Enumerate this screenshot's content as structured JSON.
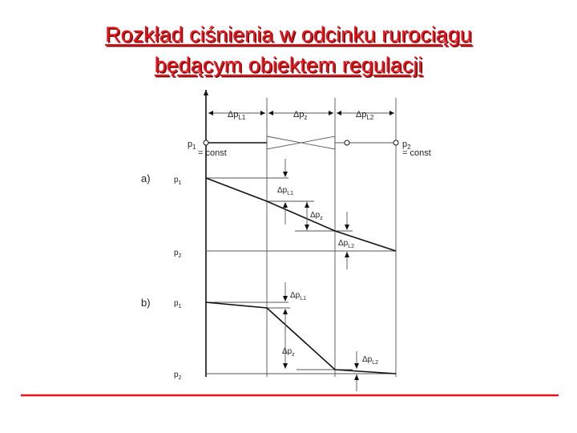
{
  "slide": {
    "title_line1": "Rozkład ciśnienia w odcinku rurociągu",
    "title_line2": "będącym obiektem regulacji"
  },
  "diagram": {
    "dp_L1": "Δp",
    "dp_L1_sub": "L1",
    "dp_z": "Δp",
    "dp_z_sub": "z",
    "dp_L2": "Δp",
    "dp_L2_sub": "L2",
    "p1": "p",
    "p1_sub": "1",
    "p2": "p",
    "p2_sub": "2",
    "const": "= const",
    "case_a": "a)",
    "case_b": "b)"
  },
  "accent_color": "#e8141b"
}
